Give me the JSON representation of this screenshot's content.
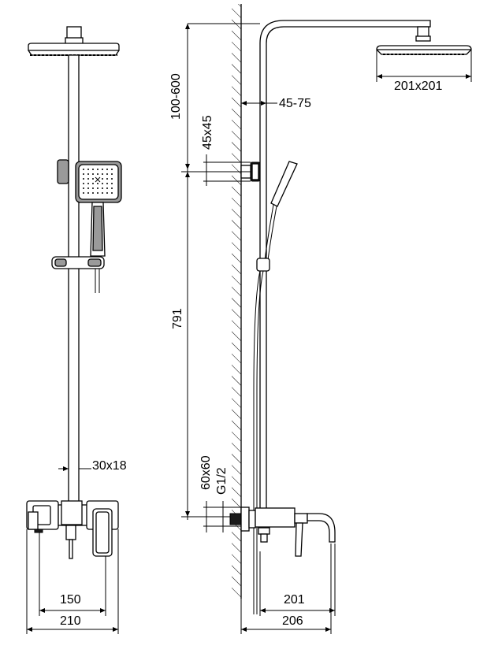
{
  "dimensions": {
    "head_size": "201x201",
    "arm_height_range": "100-600",
    "wall_offset": "45-75",
    "bracket_size": "45x45",
    "rail_length": "791",
    "pipe_section": "30x18",
    "inlet_size": "60x60",
    "thread": "G1/2",
    "centers": "150",
    "front_width": "210",
    "spout_reach": "201",
    "projection": "206"
  }
}
